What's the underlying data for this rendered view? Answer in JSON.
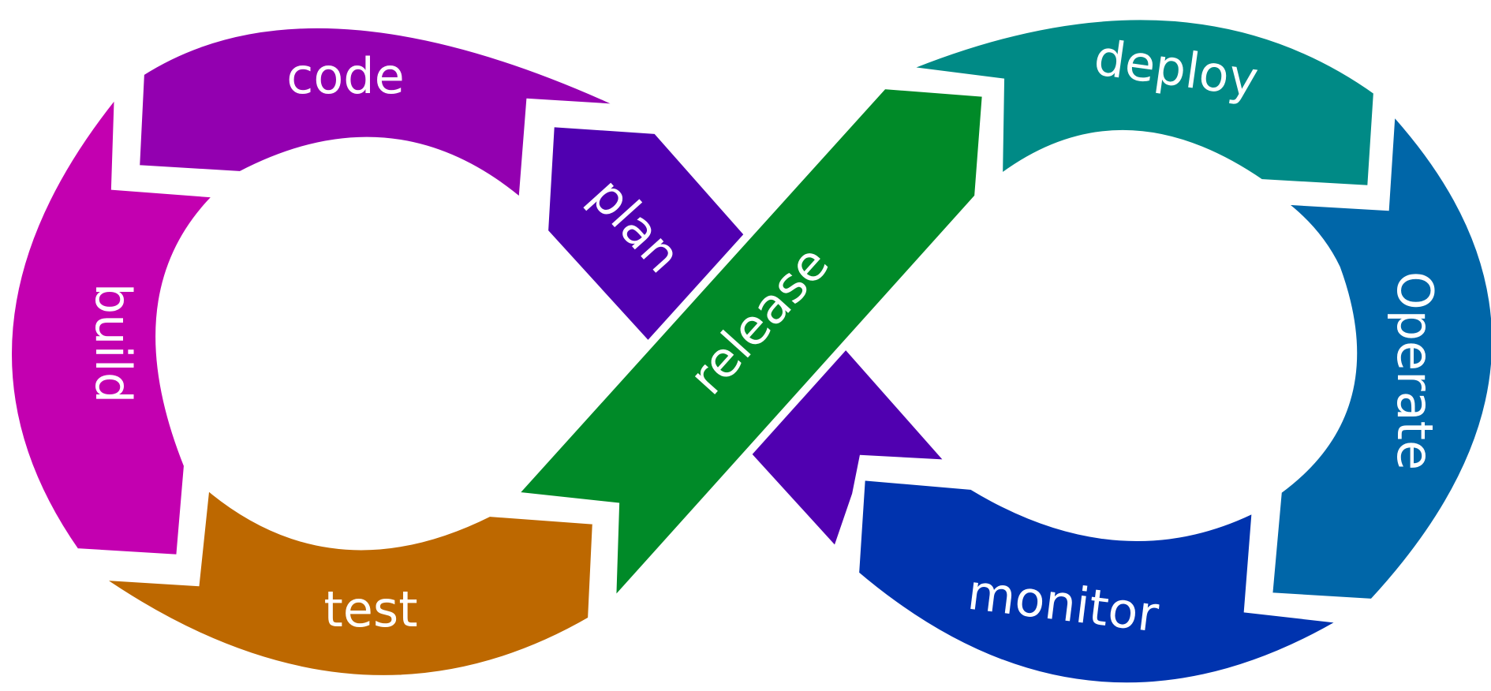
{
  "colors": {
    "background": "#ffffff",
    "label_text": "#ffffff",
    "gap": "#ffffff"
  },
  "stages": [
    {
      "id": "plan",
      "label": "plan",
      "color": "#5000b0"
    },
    {
      "id": "code",
      "label": "code",
      "color": "#9300b0"
    },
    {
      "id": "build",
      "label": "build",
      "color": "#c300b0"
    },
    {
      "id": "test",
      "label": "test",
      "color": "#bd6800"
    },
    {
      "id": "release",
      "label": "release",
      "color": "#008a28"
    },
    {
      "id": "deploy",
      "label": "deploy",
      "color": "#008a86"
    },
    {
      "id": "operate",
      "label": "Operate",
      "color": "#0066a8"
    },
    {
      "id": "monitor",
      "label": "monitor",
      "color": "#0033ae"
    }
  ]
}
